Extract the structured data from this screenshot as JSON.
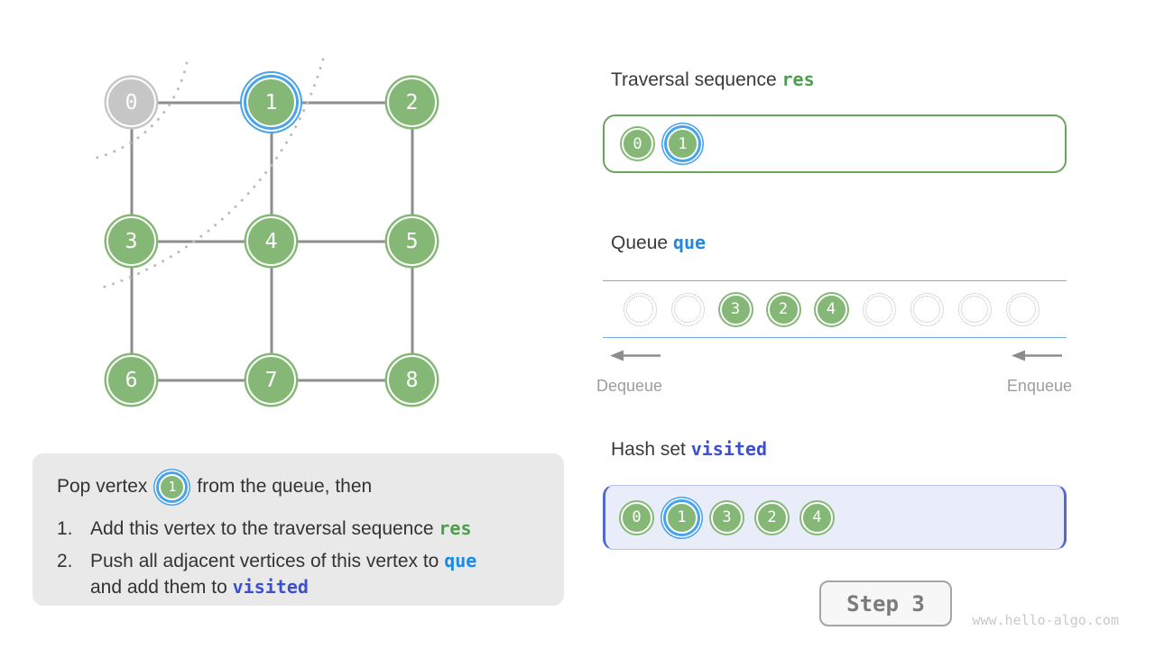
{
  "colors": {
    "vertex_green": "#85b876",
    "vertex_gray": "#c6c6c6",
    "current_ring_blue": "#47a3eb",
    "res_green": "#4c9e4e",
    "que_blue": "#1e88e5",
    "visited_indigo": "#3b4fd0",
    "edge_gray": "#8d8d8d",
    "queue_line_blue": "#72aee6"
  },
  "graph": {
    "vertices": [
      {
        "label": "0",
        "row": 0,
        "col": 0,
        "state": "popped"
      },
      {
        "label": "1",
        "row": 0,
        "col": 1,
        "state": "current"
      },
      {
        "label": "2",
        "row": 0,
        "col": 2,
        "state": "default"
      },
      {
        "label": "3",
        "row": 1,
        "col": 0,
        "state": "default"
      },
      {
        "label": "4",
        "row": 1,
        "col": 1,
        "state": "default"
      },
      {
        "label": "5",
        "row": 1,
        "col": 2,
        "state": "default"
      },
      {
        "label": "6",
        "row": 2,
        "col": 0,
        "state": "default"
      },
      {
        "label": "7",
        "row": 2,
        "col": 1,
        "state": "default"
      },
      {
        "label": "8",
        "row": 2,
        "col": 2,
        "state": "default"
      }
    ],
    "edges": [
      [
        0,
        1
      ],
      [
        1,
        2
      ],
      [
        3,
        4
      ],
      [
        4,
        5
      ],
      [
        6,
        7
      ],
      [
        7,
        8
      ],
      [
        0,
        3
      ],
      [
        3,
        6
      ],
      [
        1,
        4
      ],
      [
        4,
        7
      ],
      [
        2,
        5
      ],
      [
        5,
        8
      ]
    ]
  },
  "explanation": {
    "pop_prefix": "Pop vertex",
    "pop_vertex_label": "1",
    "pop_suffix": "from the queue, then",
    "item1": {
      "marker": "1.",
      "text": "Add this vertex to the traversal sequence",
      "code": "res"
    },
    "item2": {
      "marker": "2.",
      "text": "Push all adjacent vertices of this vertex to",
      "code": "que",
      "text2": "and add them to",
      "code2": "visited"
    }
  },
  "res_panel": {
    "title": "Traversal sequence",
    "code": "res",
    "items": [
      {
        "label": "0",
        "state": "default"
      },
      {
        "label": "1",
        "state": "current"
      }
    ]
  },
  "queue_panel": {
    "title": "Queue",
    "code": "que",
    "slots": [
      null,
      null,
      "3",
      "2",
      "4",
      null,
      null,
      null,
      null
    ],
    "dequeue_label": "Dequeue",
    "enqueue_label": "Enqueue"
  },
  "visited_panel": {
    "title": "Hash set",
    "code": "visited",
    "items": [
      {
        "label": "0",
        "state": "default"
      },
      {
        "label": "1",
        "state": "current"
      },
      {
        "label": "3",
        "state": "default"
      },
      {
        "label": "2",
        "state": "default"
      },
      {
        "label": "4",
        "state": "default"
      }
    ]
  },
  "footer": {
    "step_label": "Step 3",
    "watermark": "www.hello-algo.com"
  }
}
